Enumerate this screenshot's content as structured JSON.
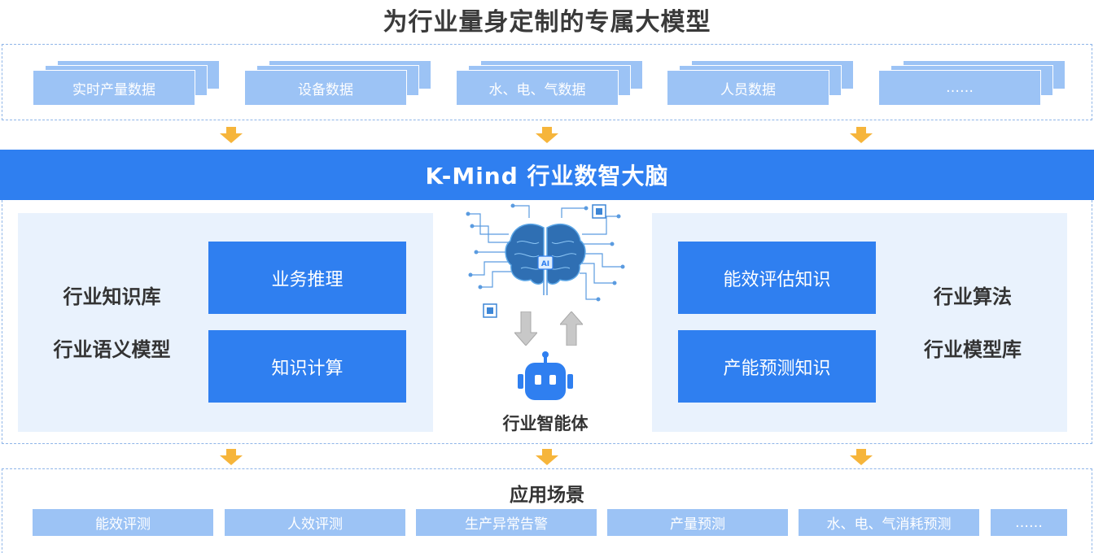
{
  "title": "为行业量身定制的专属大模型",
  "data_sources": [
    {
      "label": "实时产量数据"
    },
    {
      "label": "设备数据"
    },
    {
      "label": "水、电、气数据"
    },
    {
      "label": "人员数据"
    },
    {
      "label": "……"
    }
  ],
  "brain": {
    "title": "K-Mind 行业数智大脑",
    "left_panel": {
      "text_lines": [
        "行业知识库",
        "行业语义模型"
      ],
      "boxes": [
        "业务推理",
        "知识计算"
      ]
    },
    "center": {
      "chip_label": "AI",
      "agent_label": "行业智能体"
    },
    "right_panel": {
      "boxes": [
        "能效评估知识",
        "产能预测知识"
      ],
      "text_lines": [
        "行业算法",
        "行业模型库"
      ]
    }
  },
  "applications": {
    "title": "应用场景",
    "items": [
      "能效评测",
      "人效评测",
      "生产异常告警",
      "产量预测",
      "水、电、气消耗预测",
      "……"
    ]
  },
  "colors": {
    "primary_blue": "#2f7ff0",
    "light_blue": "#9cc3f5",
    "panel_bg": "#e9f2fd",
    "arrow_orange": "#f6b53b",
    "dashed_border": "#8fb5e8"
  }
}
